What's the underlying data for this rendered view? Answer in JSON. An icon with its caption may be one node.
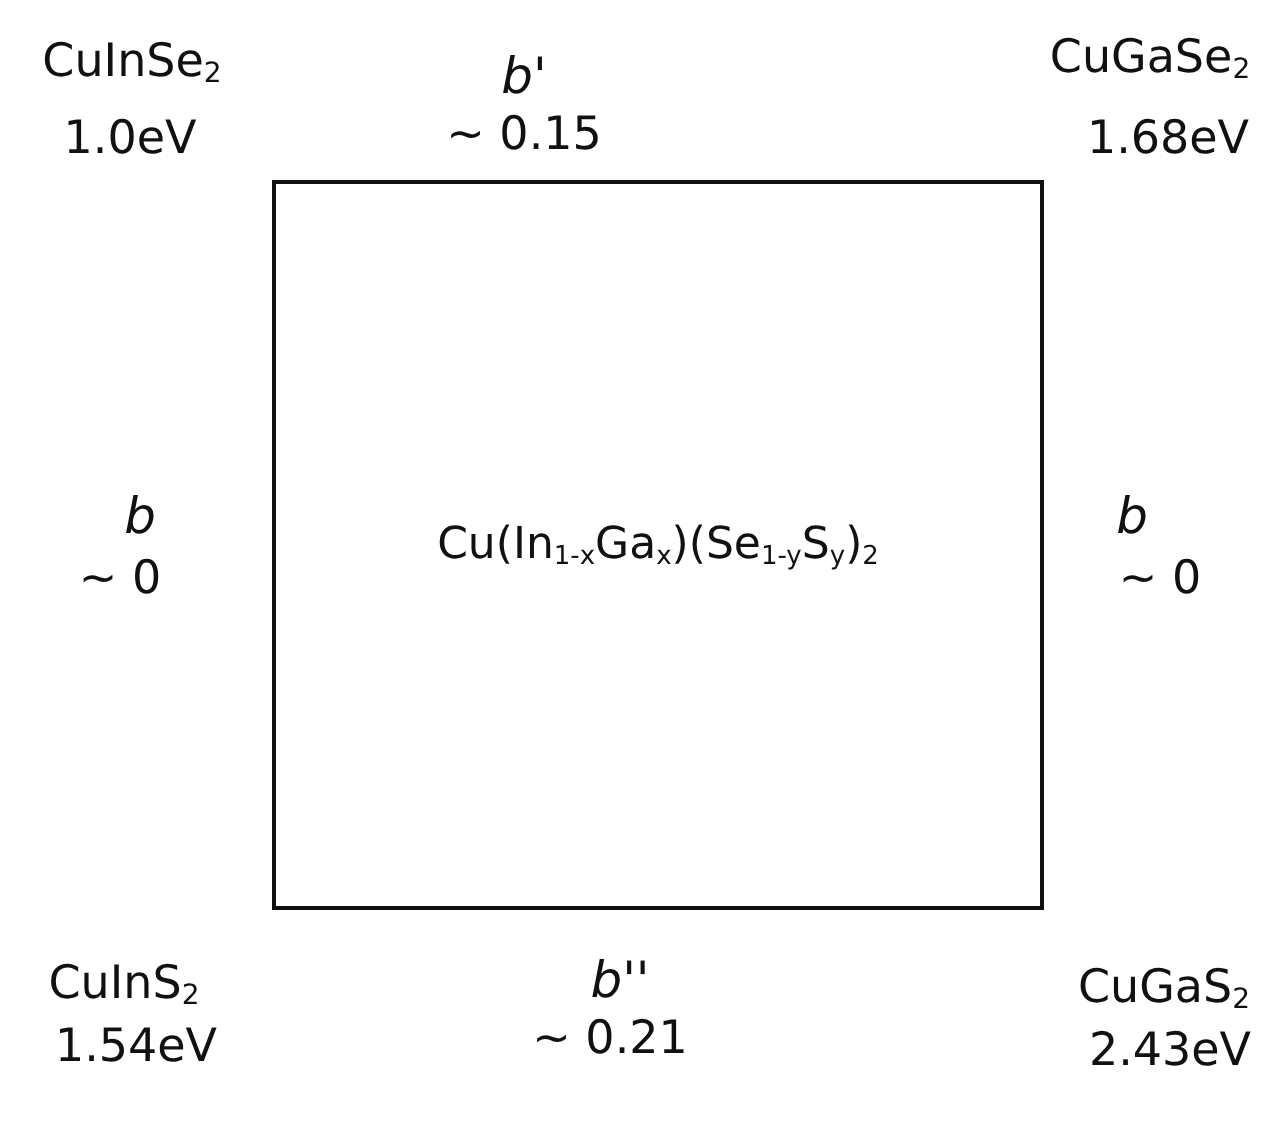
{
  "diagram": {
    "nodes": [
      {
        "text": [
          "Cu(In$_{1-x}$Ga$_{x}$)(Se$_{1-y}$S$_{y}$)$_{2}$"
        ]
      }
    ],
    "labels": [
      "CuInSe$_{2}$",
      "1.0eV",
      "*b*'",
      "~ 0.15",
      "CuGaSe$_{2}$",
      "1.68eV",
      "*b*",
      "~ 0",
      "*b*",
      "~ 0",
      "CuInS$_{2}$",
      "1.54eV",
      "*b*''",
      "~ 0.21",
      "CuGaS$_{2}$",
      "2.43eV"
    ]
  }
}
